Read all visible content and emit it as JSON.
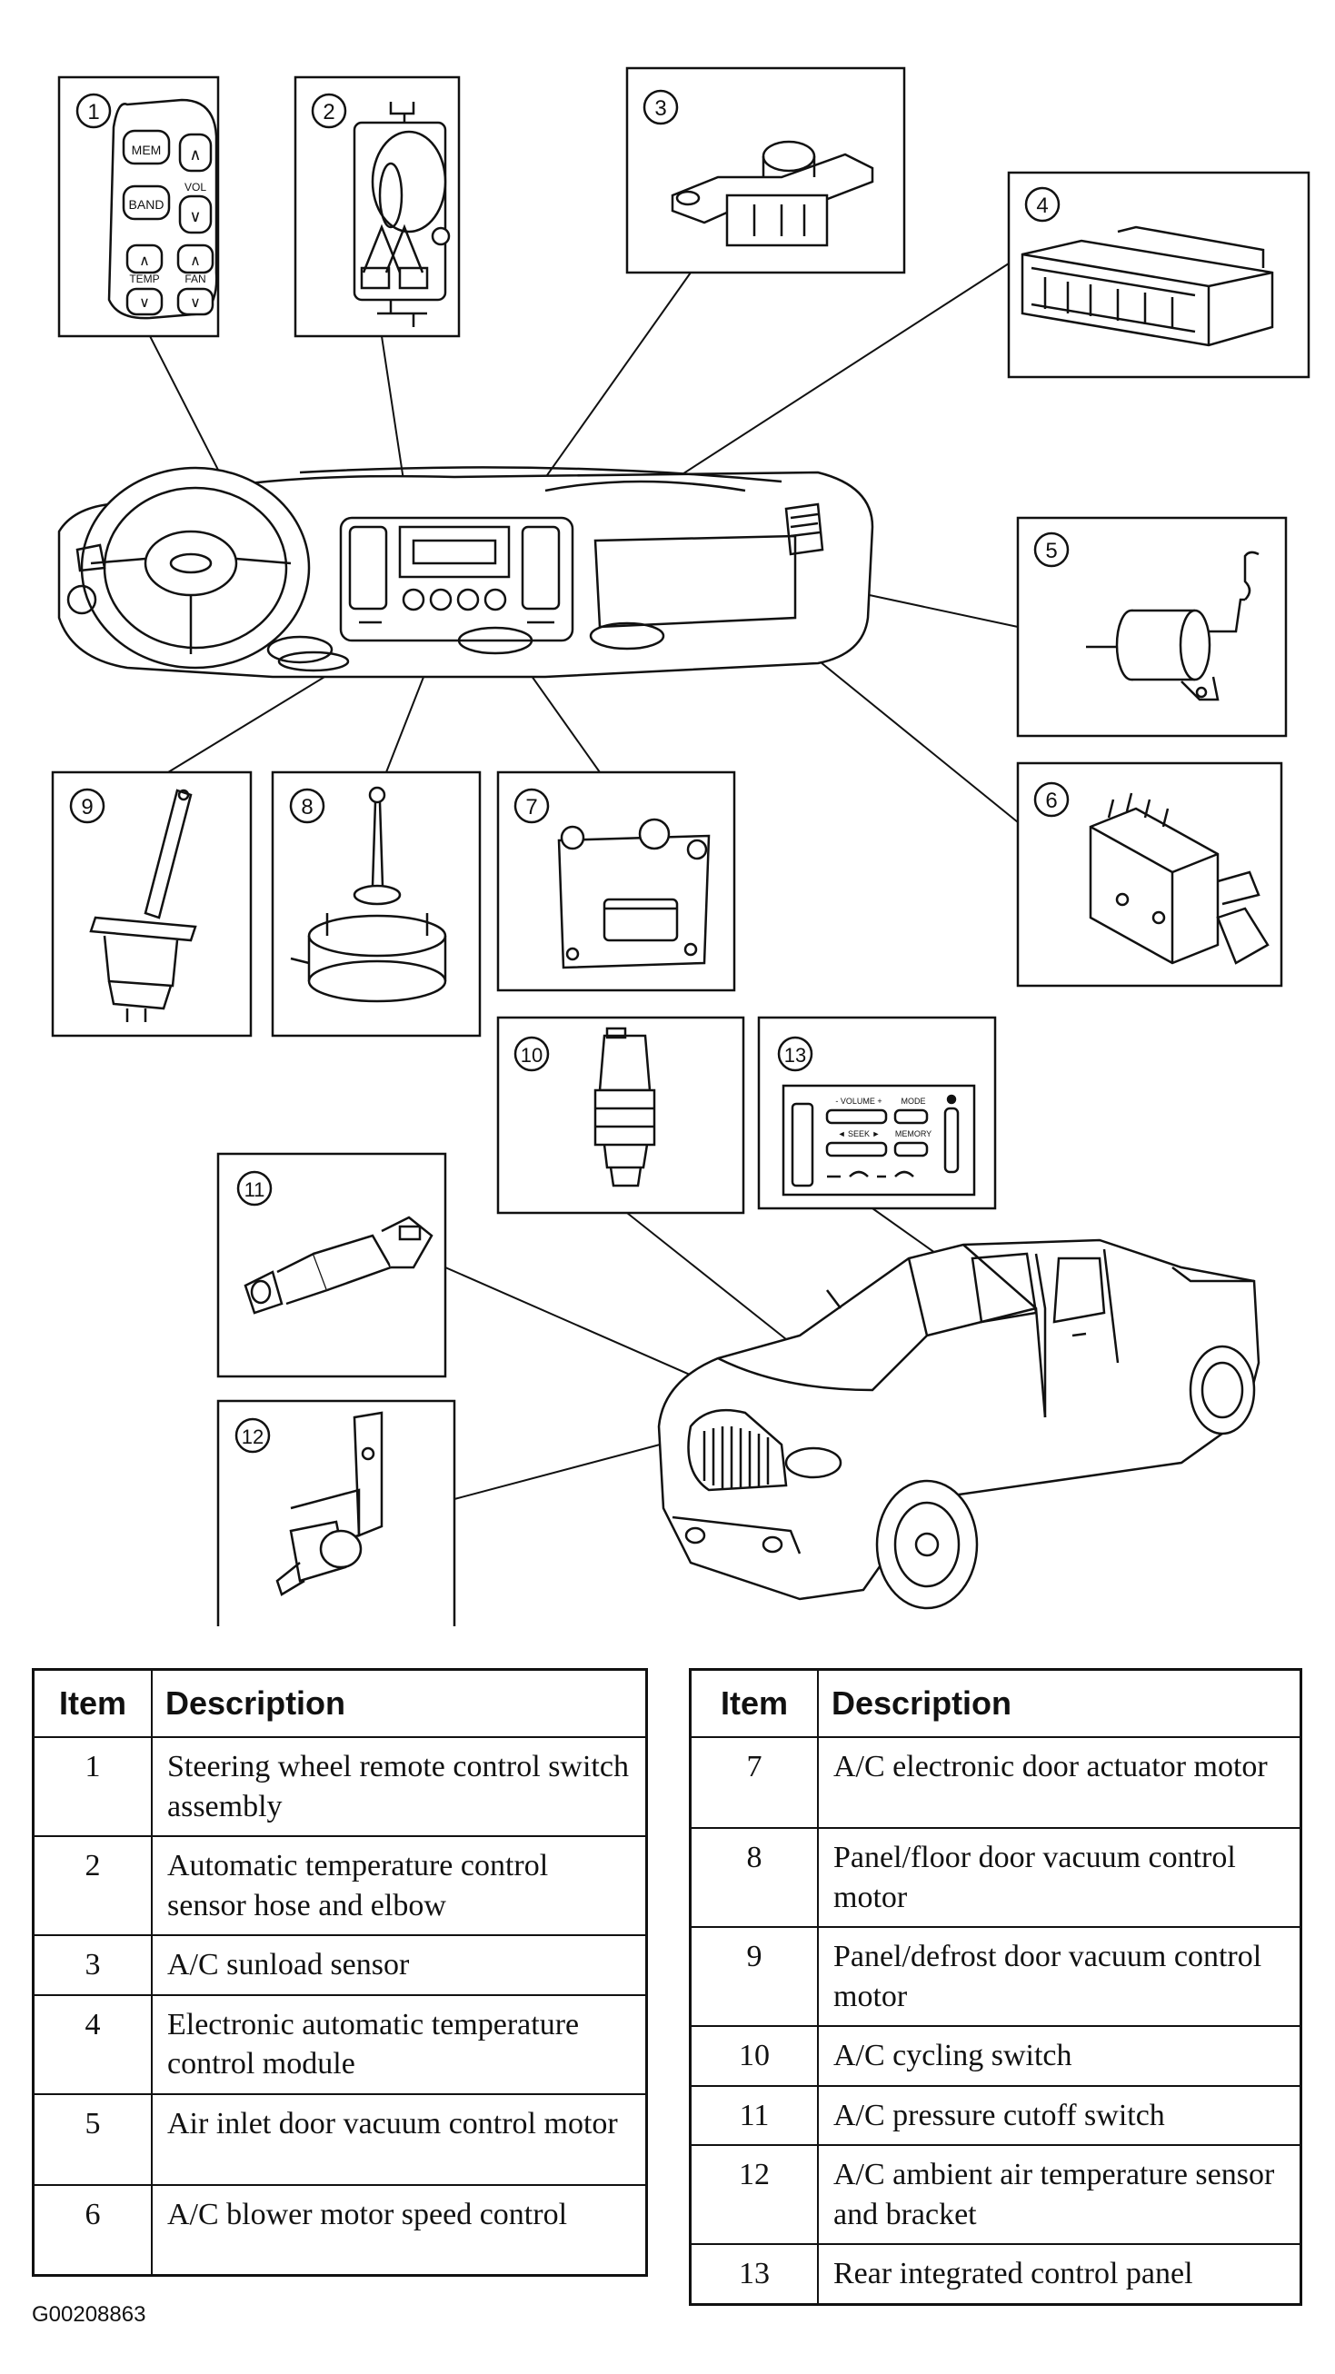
{
  "callouts": {
    "c1": "1",
    "c2": "2",
    "c3": "3",
    "c4": "4",
    "c5": "5",
    "c6": "6",
    "c7": "7",
    "c8": "8",
    "c9": "9",
    "c10": "10",
    "c11": "11",
    "c12": "12",
    "c13": "13"
  },
  "switch_labels": {
    "mem": "MEM",
    "band": "BAND",
    "vol": "VOL",
    "temp": "TEMP",
    "fan": "FAN"
  },
  "panel13_labels": {
    "volume": "- VOLUME +",
    "mode": "MODE",
    "seek": "◄ SEEK ►",
    "memory": "MEMORY"
  },
  "table_headers": {
    "item": "Item",
    "description": "Description"
  },
  "items_left": [
    {
      "num": "1",
      "desc": "Steering wheel remote control switch assembly"
    },
    {
      "num": "2",
      "desc": "Automatic temperature control sensor hose and elbow"
    },
    {
      "num": "3",
      "desc": "A/C sunload sensor"
    },
    {
      "num": "4",
      "desc": "Electronic automatic temperature control module"
    },
    {
      "num": "5",
      "desc": "Air inlet door vacuum control motor"
    },
    {
      "num": "6",
      "desc": "A/C blower motor speed control"
    }
  ],
  "items_right": [
    {
      "num": "7",
      "desc": "A/C electronic door actuator motor"
    },
    {
      "num": "8",
      "desc": "Panel/floor door vacuum control motor"
    },
    {
      "num": "9",
      "desc": "Panel/defrost door vacuum control motor"
    },
    {
      "num": "10",
      "desc": "A/C cycling switch"
    },
    {
      "num": "11",
      "desc": "A/C pressure cutoff switch"
    },
    {
      "num": "12",
      "desc": "A/C ambient air temperature sensor and bracket"
    },
    {
      "num": "13",
      "desc": "Rear integrated control panel"
    }
  ],
  "figure_code": "G00208863"
}
